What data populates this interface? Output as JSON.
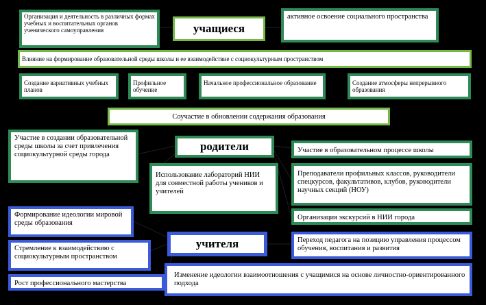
{
  "students": {
    "title": "учащиеся",
    "left": "Организация и деятельность в различных формах учебных и воспитательных органов ученического самоуправления",
    "right": "активное освоение социального пространства",
    "influence": "Влияние на формирование образовательной среды школы и ее взаимодействие с социокультурным пространством",
    "items": [
      "Создание вариативных учебных планов",
      "Профильное обучение",
      "Начальное профессиональное образование",
      "Создание атмосферы непрерывного образования"
    ]
  },
  "participation": "Соучастие в обновлении содержания образования",
  "parents": {
    "title": "родители",
    "left": "Участие в создании образовательной среды школы за счет привлечения социокультурной среды города",
    "center": "Использование лабораторий НИИ для совместной работы учеников и учителей",
    "right": [
      "Участие в образовательном процессе школы",
      "Преподаватели профильных классов, руководители спецкурсов, факультативов, клубов, руководители научных секций (НОУ)",
      "Организация экскурсий в НИИ города"
    ]
  },
  "teachers": {
    "title": "учителя",
    "left": [
      "Формирование идеологии мировой среды образования",
      "Стремление к взаимодействию с социокультурным пространством",
      "Рост профессионального мастерства"
    ],
    "right": "Переход педагога на позицию управления процессом обучения, воспитания и развития",
    "bottom": "Изменение идеологии взаимоотношения с учащимися на основе личностно-ориентированного подхода"
  },
  "colors": {
    "green": "#2e8b57",
    "light_green": "#76b947",
    "blue": "#3b5bdb",
    "background": "#000000"
  }
}
